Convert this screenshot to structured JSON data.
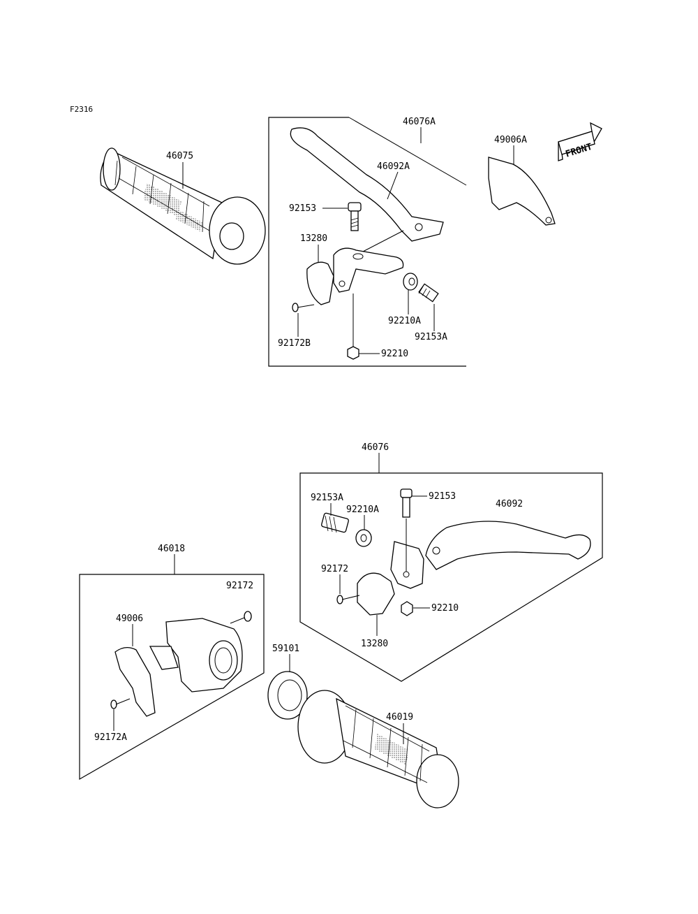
{
  "diagram_code": "F2316",
  "front_label": "FRONT",
  "labels": {
    "p46075": "46075",
    "p46076A": "46076A",
    "p46092A": "46092A",
    "p49006A": "49006A",
    "p92153_top": "92153",
    "p13280_top": "13280",
    "p92172B": "92172B",
    "p92210A_top": "92210A",
    "p92153A_top": "92153A",
    "p92210_top": "92210",
    "p46076": "46076",
    "p92153A_bot": "92153A",
    "p92210A_bot": "92210A",
    "p92153_bot": "92153",
    "p46092": "46092",
    "p92172_bot": "92172",
    "p92210_bot": "92210",
    "p13280_bot": "13280",
    "p46018": "46018",
    "p92172_box": "92172",
    "p49006": "49006",
    "p92172A": "92172A",
    "p59101": "59101",
    "p46019": "46019"
  }
}
